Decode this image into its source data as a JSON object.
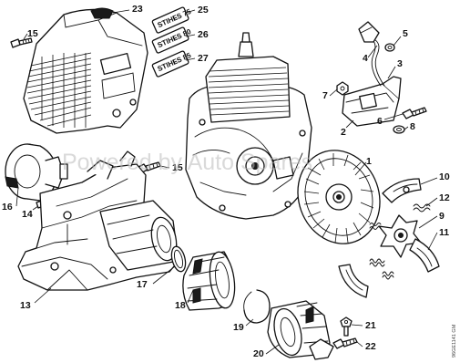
{
  "watermark": "Powered by Auto Spares",
  "drawing_code": "96GE1141 GM",
  "colors": {
    "ink": "#111111",
    "paper": "#ffffff",
    "watermark": "#b9b9b9"
  },
  "plates": [
    {
      "line1": "STIHL",
      "line2": "FS 75"
    },
    {
      "line1": "STIHL",
      "line2": "FS 80"
    },
    {
      "line1": "STIHL",
      "line2": "FS 85"
    }
  ],
  "callouts": [
    "1",
    "2",
    "3",
    "4",
    "5",
    "6",
    "7",
    "8",
    "9",
    "10",
    "11",
    "12",
    "13",
    "14",
    "15",
    "15",
    "16",
    "17",
    "18",
    "19",
    "20",
    "21",
    "22",
    "23",
    "25",
    "26",
    "27"
  ]
}
